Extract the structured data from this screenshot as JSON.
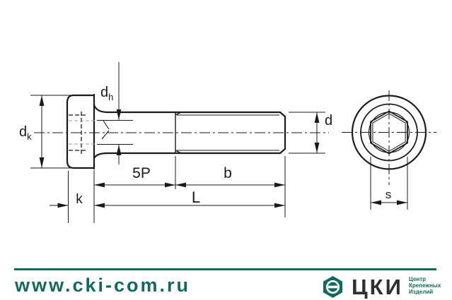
{
  "drawing": {
    "title_semantic": "hex-socket low-head cap screw, side view and end view",
    "labels": {
      "head_diameter": {
        "main": "d",
        "sub": "k"
      },
      "socket_hole_diameter": {
        "main": "d",
        "sub": "h"
      },
      "unthreaded_length": "5P",
      "thread_length": "b",
      "total_length": "L",
      "head_height": "k",
      "shaft_diameter": "d",
      "socket_width_across_flats": "s"
    }
  },
  "footer": {
    "website": "www.cki-com.ru",
    "logo_text": "ЦКИ",
    "tagline_lines": [
      "Центр",
      "Крепежных",
      "Изделий"
    ]
  },
  "colors": {
    "accent_teal": "#14695e",
    "line_black": "#1a1a1a",
    "hidden_gray": "#999999"
  }
}
